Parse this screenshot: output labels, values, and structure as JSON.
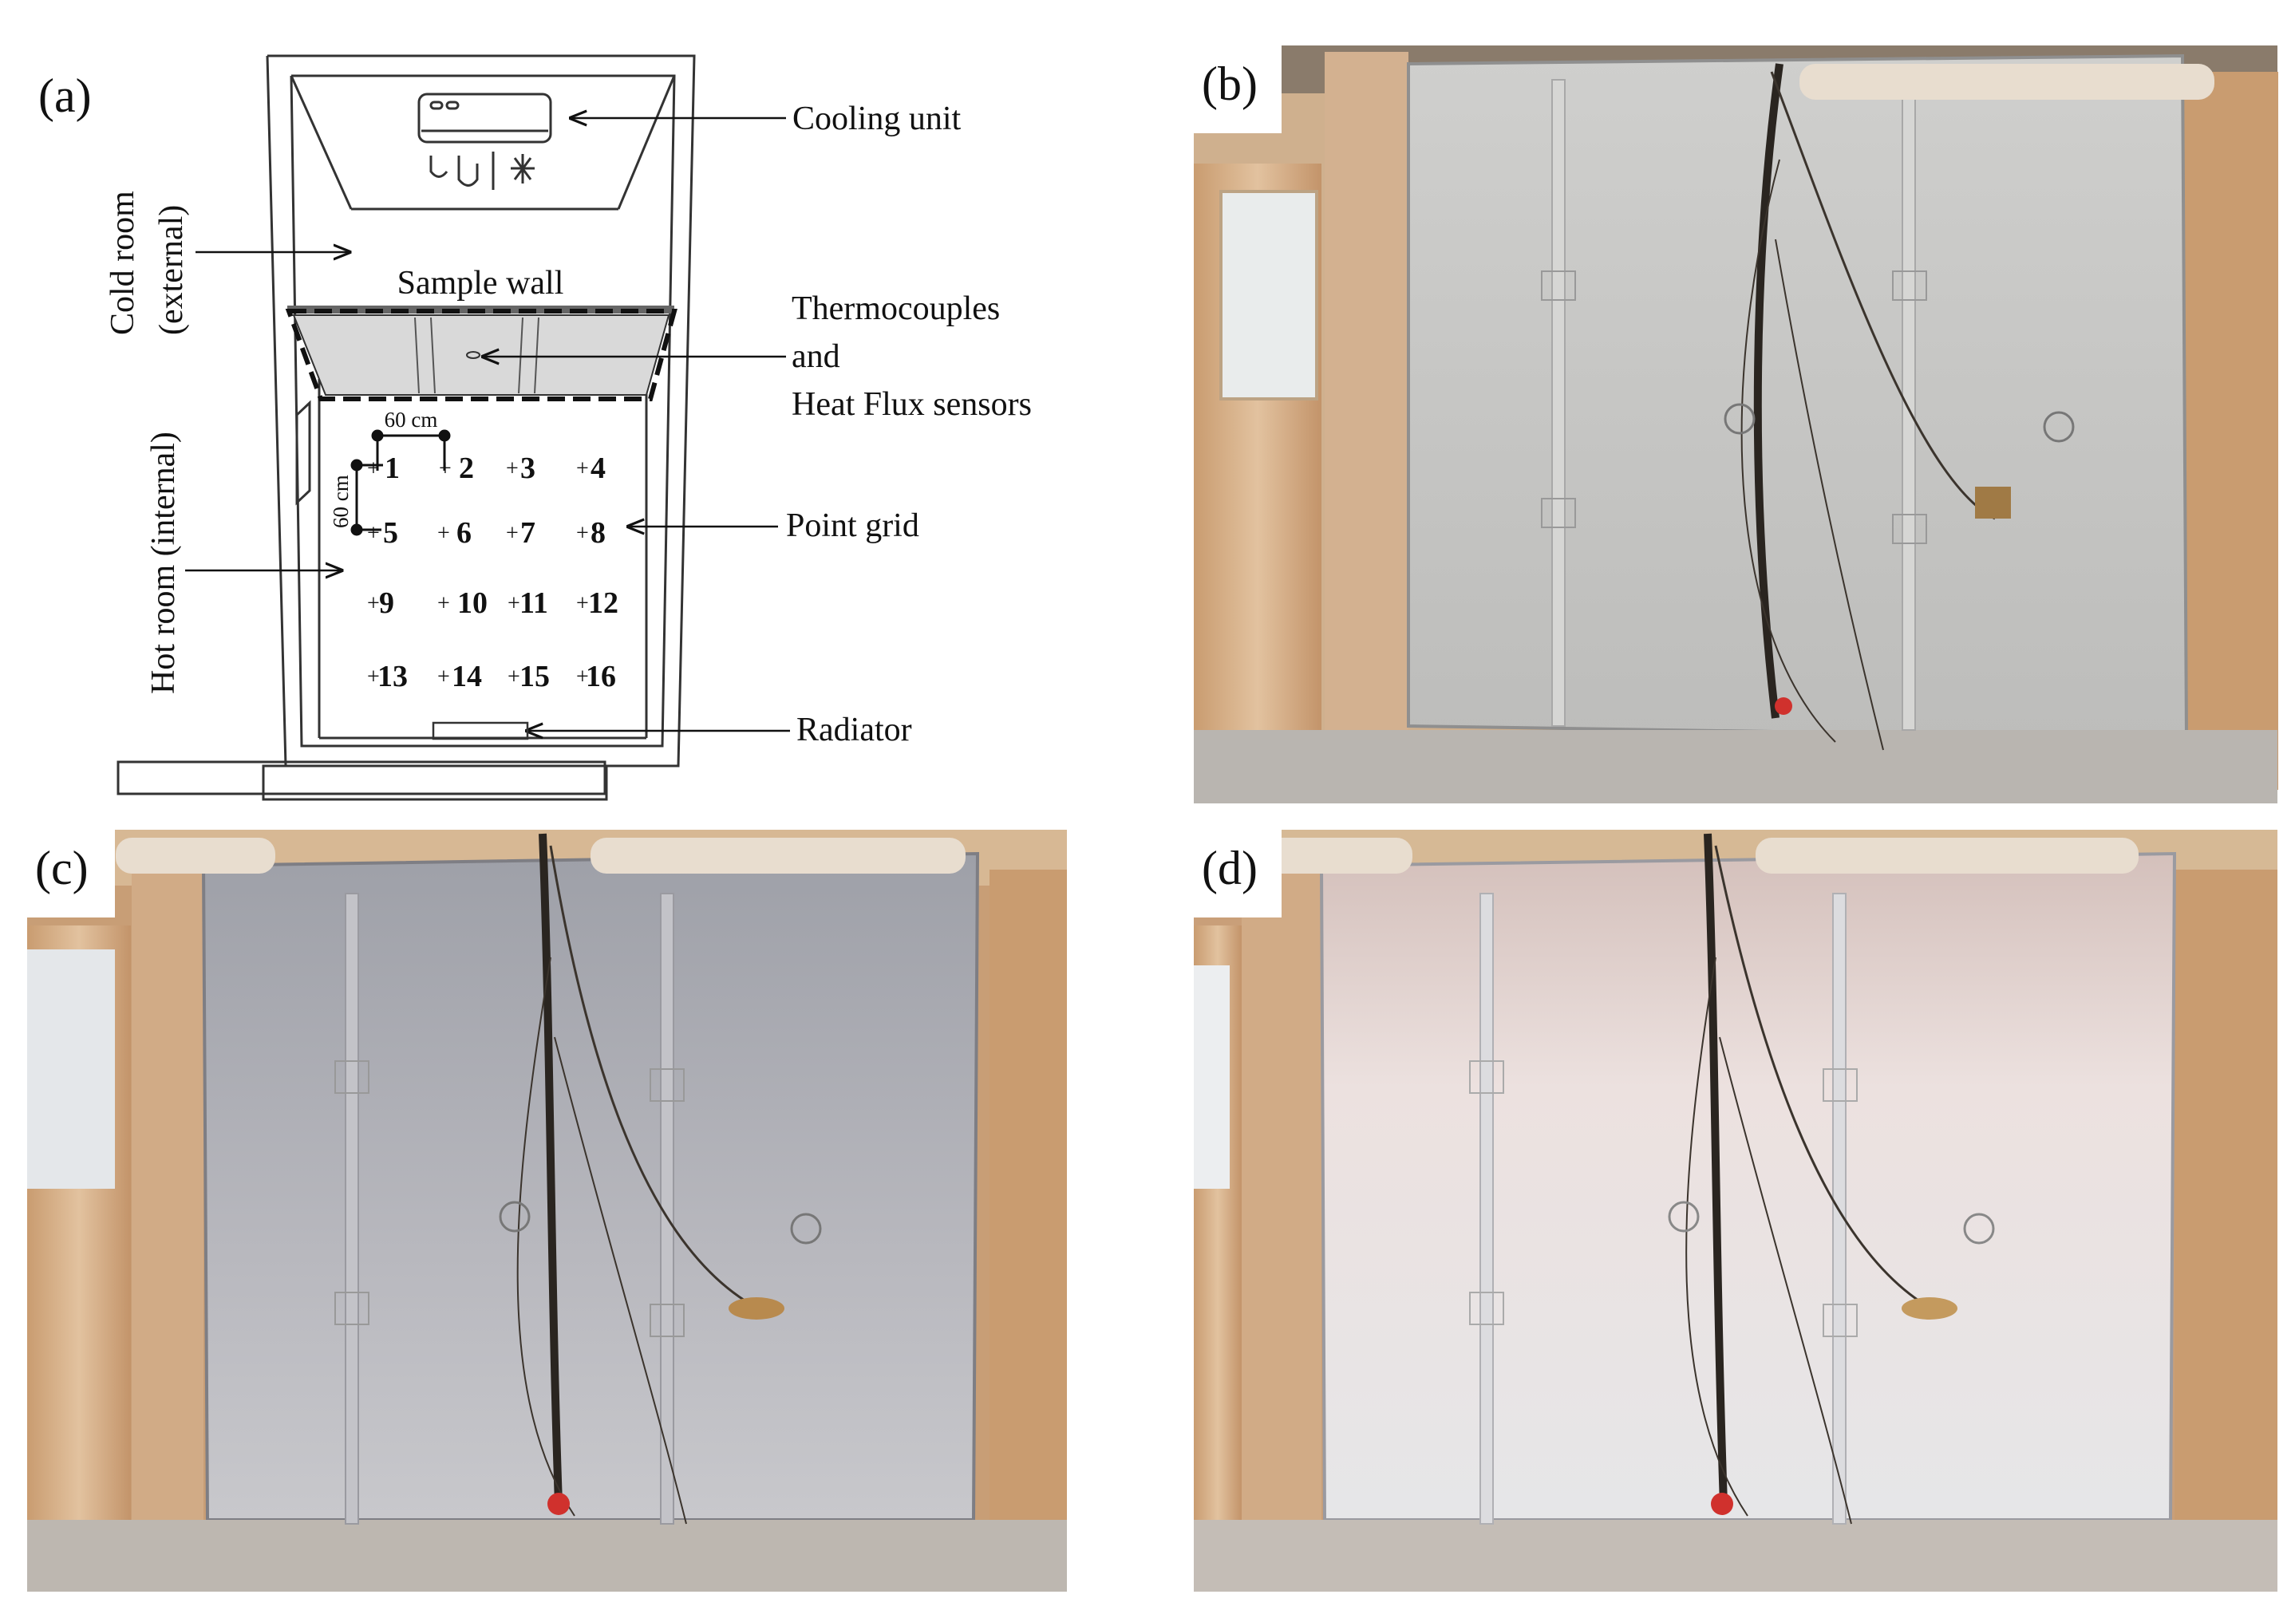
{
  "panels": {
    "a": "(a)",
    "b": "(b)",
    "c": "(c)",
    "d": "(d)"
  },
  "diagram": {
    "cooling_unit": "Cooling unit",
    "cold_room_line1": "Cold room",
    "cold_room_line2": "(external)",
    "hot_room": "Hot room (internal)",
    "sample_wall": "Sample wall",
    "thermocouples_line1": "Thermocouples",
    "thermocouples_line2": "and",
    "thermocouples_line3": "Heat Flux sensors",
    "point_grid": "Point grid",
    "radiator": "Radiator",
    "dim_horizontal": "60 cm",
    "dim_vertical": "60 cm",
    "grid_points": [
      "1",
      "2",
      "3",
      "4",
      "5",
      "6",
      "7",
      "8",
      "9",
      "10",
      "11",
      "12",
      "13",
      "14",
      "15",
      "16"
    ]
  },
  "colors": {
    "wall_gray": "#bfc0c0",
    "wood": "#d8b48e",
    "sensor_red": "#d0312d"
  }
}
